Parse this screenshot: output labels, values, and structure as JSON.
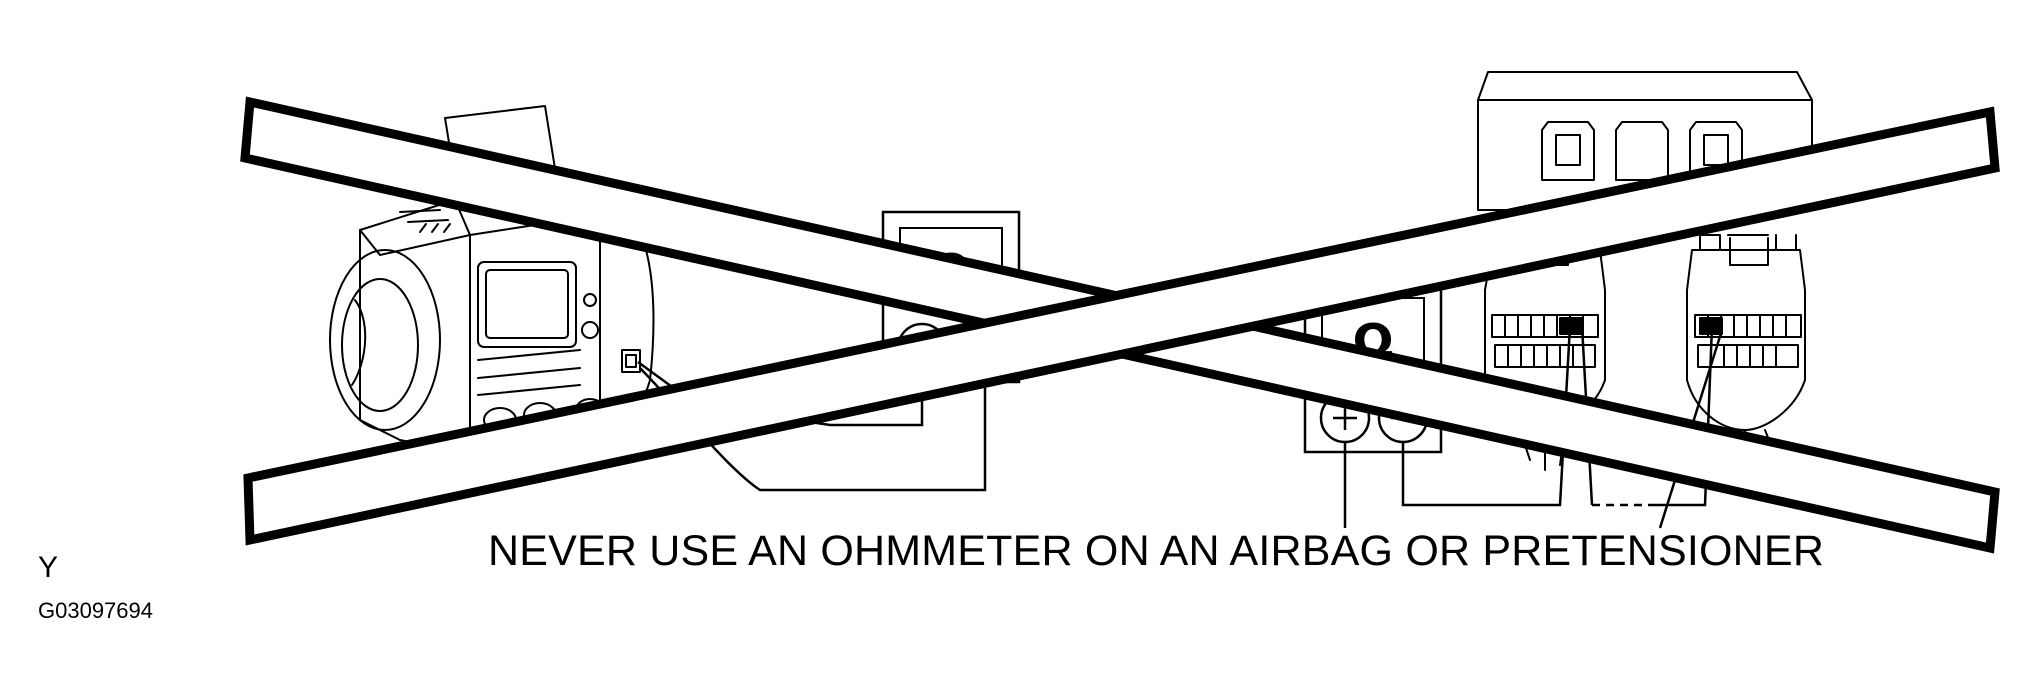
{
  "figure": {
    "warning_text": "NEVER USE AN OHMMETER ON AN AIRBAG OR PRETENSIONER",
    "corner_letter": "Y",
    "figure_id": "G03097694",
    "meter_symbol": "Ω",
    "meter_icon": "ohmmeter-icon",
    "prohibition_icon": "cross-out-x-icon",
    "stroke_color": "#000000",
    "background_color": "#ffffff"
  }
}
